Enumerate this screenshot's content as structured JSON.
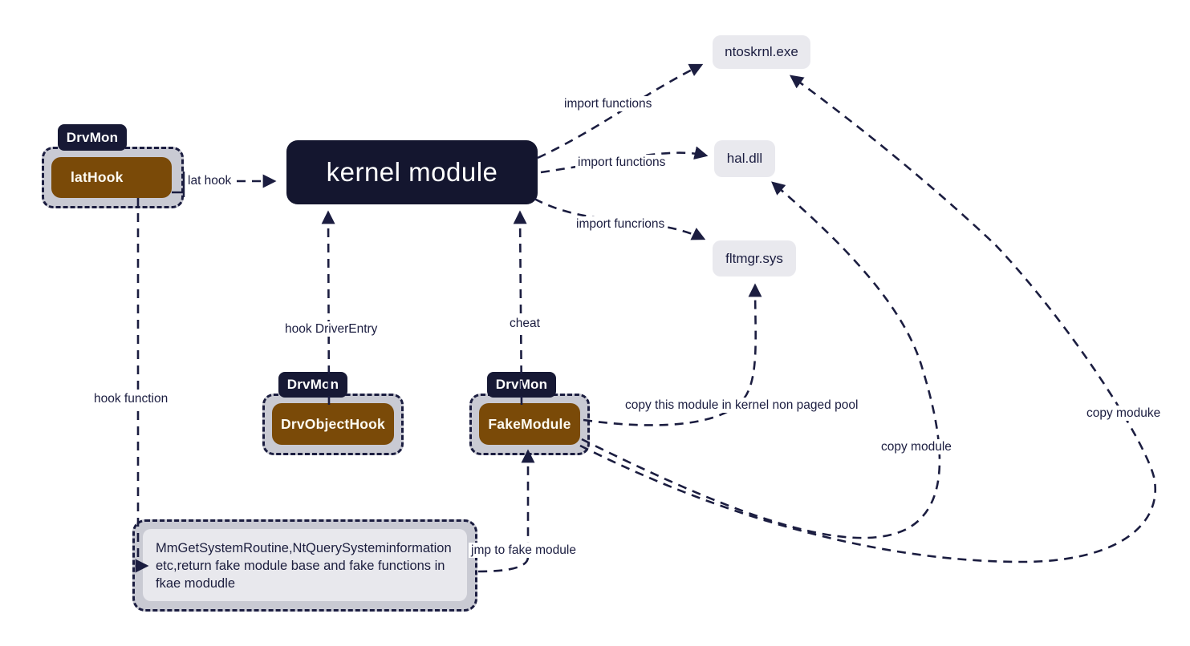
{
  "nodes": {
    "iat_hook": {
      "tab": "DrvMon",
      "label": "latHook"
    },
    "drv_object_hook": {
      "tab": "DrvMon",
      "label": "DrvObjectHook"
    },
    "fake_module": {
      "tab": "DrvMon",
      "label": "FakeModule"
    },
    "kernel_module": {
      "label": "kernel module"
    },
    "ntoskrnl": {
      "label": "ntoskrnl.exe"
    },
    "hal": {
      "label": "hal.dll"
    },
    "fltmgr": {
      "label": "fltmgr.sys"
    },
    "note": {
      "text": "MmGetSystemRoutine,NtQuerySysteminformation etc,return fake module base and fake functions in fkae modudle"
    }
  },
  "edges": {
    "iat_hook_label": "lat hook",
    "import_ntoskrnl": "import functions",
    "import_hal": "import functions",
    "import_fltmgr": "import funcrions",
    "hook_driver_entry": "hook DriverEntry",
    "cheat": "cheat",
    "hook_function": "hook function",
    "copy_nonpaged": "copy this module in kernel non paged pool",
    "copy_module": "copy module",
    "copy_moduke": "copy moduke",
    "jmp_to_fake": "jmp to fake module"
  },
  "colors": {
    "ink": "#1b1d40",
    "node_dark": "#171935",
    "node_brown": "#7a4a08",
    "container_gray": "#c9cad3",
    "box_light": "#e9e9ee",
    "background": "#ffffff"
  }
}
